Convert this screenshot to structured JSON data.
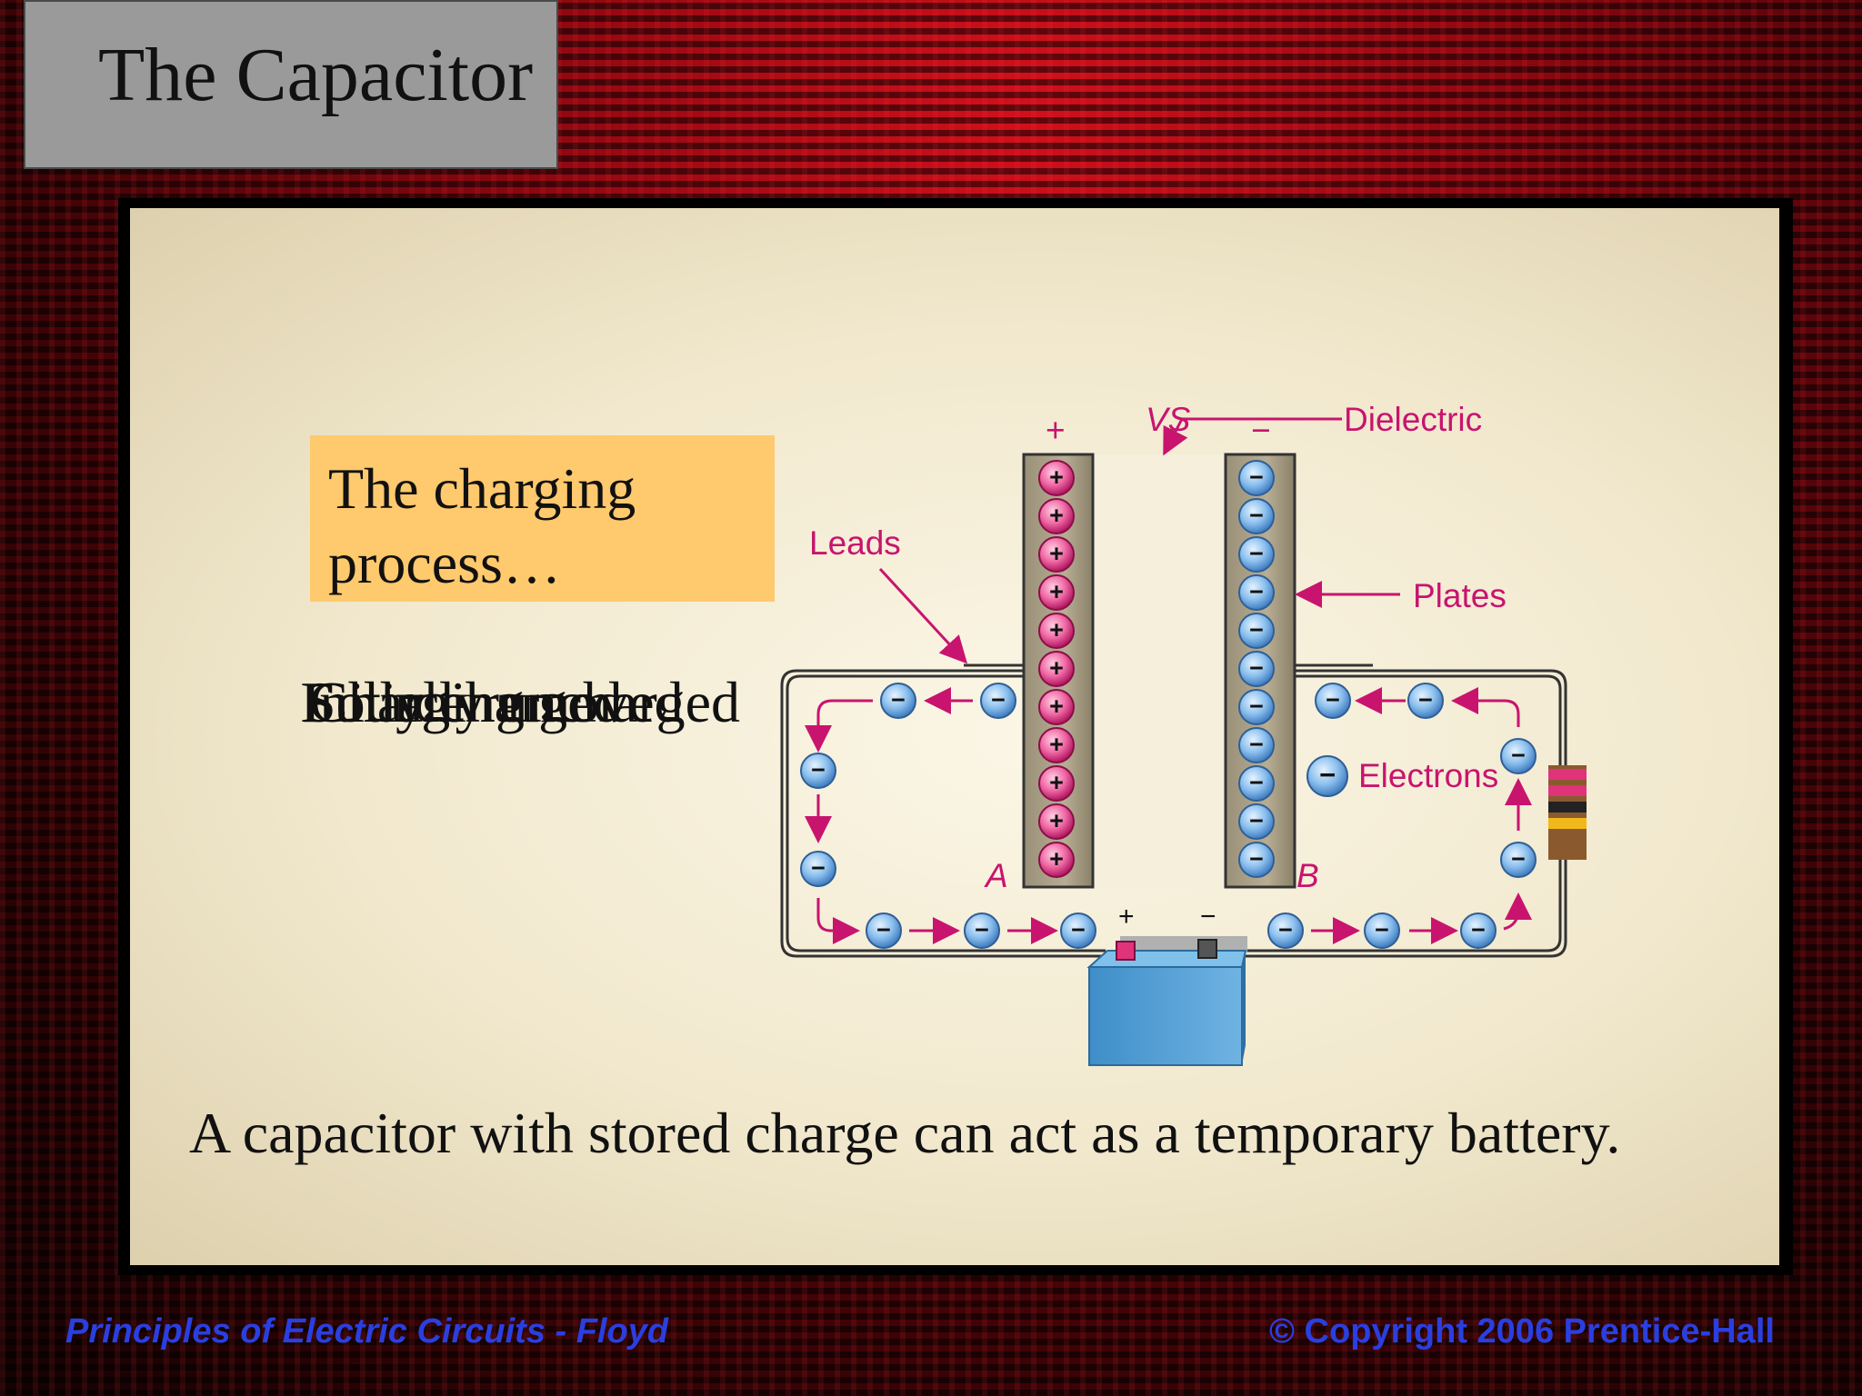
{
  "slide": {
    "title": "The Capacitor",
    "charging_box": "The charging process…",
    "state_labels": [
      "Initially uncharged",
      "Charging",
      "Fully charged",
      "Source removed"
    ],
    "caption": "A capacitor with stored charge can act as a temporary battery."
  },
  "diagram": {
    "labels": {
      "leads": "Leads",
      "plates": "Plates",
      "dielectric": "Dielectric",
      "electrons": "Electrons",
      "point_a": "A",
      "point_b": "B",
      "vs": "VS",
      "plus": "+",
      "minus": "−"
    },
    "battery_terminals": [
      "+",
      "−"
    ],
    "charge_count_per_plate": 11
  },
  "footer": {
    "left": "Principles of Electric Circuits - Floyd",
    "right": "© Copyright 2006 Prentice-Hall"
  },
  "colors": {
    "accent_magenta": "#c8146e",
    "charge_box": "#ffc96d",
    "footer_blue": "#2a3fe0",
    "title_gray": "#9a9a9a"
  }
}
